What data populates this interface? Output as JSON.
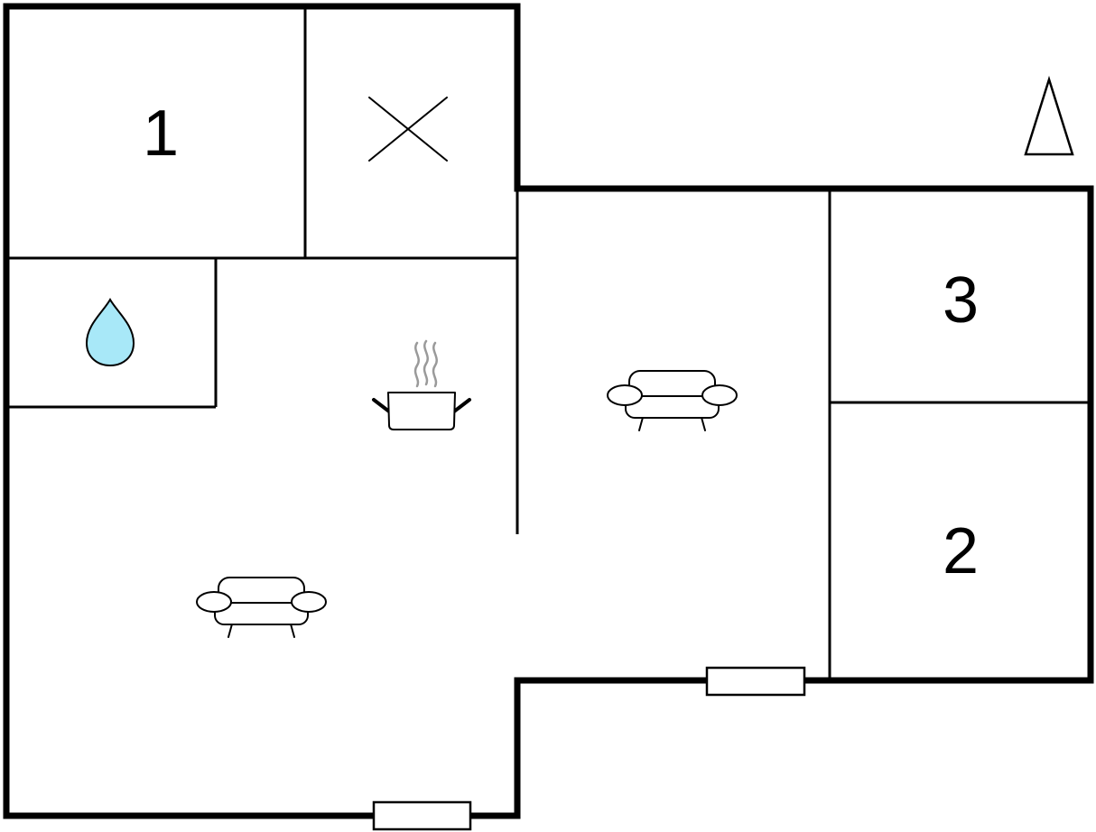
{
  "rooms": [
    {
      "name": "bedroom-1",
      "label": "1"
    },
    {
      "name": "bedroom-2",
      "label": "2"
    },
    {
      "name": "bedroom-3",
      "label": "3"
    }
  ],
  "icons": {
    "wc": "wc-x-icon",
    "bathroom": "water-drop-icon",
    "kitchen": "cooking-pot-icon",
    "living": "sofa-icon",
    "north": "north-arrow-icon",
    "door": "door-icon"
  },
  "colors": {
    "wall": "#000000",
    "water_drop": "#a8e8f8",
    "steam": "#9a9a9a",
    "background": "#ffffff"
  }
}
